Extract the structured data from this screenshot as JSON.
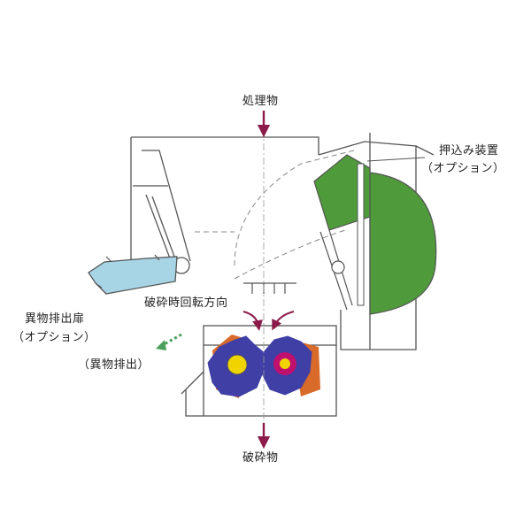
{
  "labels": {
    "input": "処理物",
    "pusher": "押込み装置",
    "pusher_option": "（オプション）",
    "door": "異物排出扉",
    "door_option": "（オプション）",
    "rotation": "破砕時回転方向",
    "foreign_discharge": "（異物排出）",
    "output": "破砕物"
  },
  "colors": {
    "outline": "#555555",
    "arrow": "#8c1a4a",
    "pusher_green": "#4f9a3a",
    "door_blue": "#a7d5e5",
    "rotor_blue": "#3f3fa6",
    "rotor_orange": "#d86a2a",
    "hub_yellow": "#f0d400",
    "hub_magenta": "#c0106e",
    "discharge_green": "#4aa05a"
  }
}
